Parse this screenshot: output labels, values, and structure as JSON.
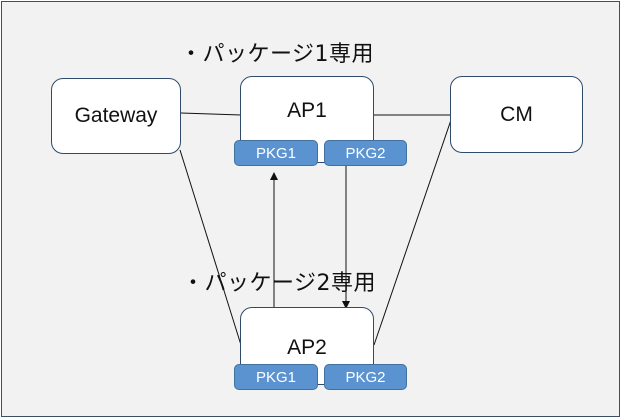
{
  "titles": {
    "top": "・パッケージ1専用",
    "bottom": "・パッケージ2専用"
  },
  "nodes": {
    "gateway": "Gateway",
    "ap1": "AP1",
    "cm": "CM",
    "ap2": "AP2"
  },
  "packages": {
    "ap1_pkg1": "PKG1",
    "ap1_pkg2": "PKG2",
    "ap2_pkg1": "PKG1",
    "ap2_pkg2": "PKG2"
  },
  "colors": {
    "background": "#f2f2f2",
    "border": "#3c4f66",
    "package_fill": "#5b93d1"
  }
}
